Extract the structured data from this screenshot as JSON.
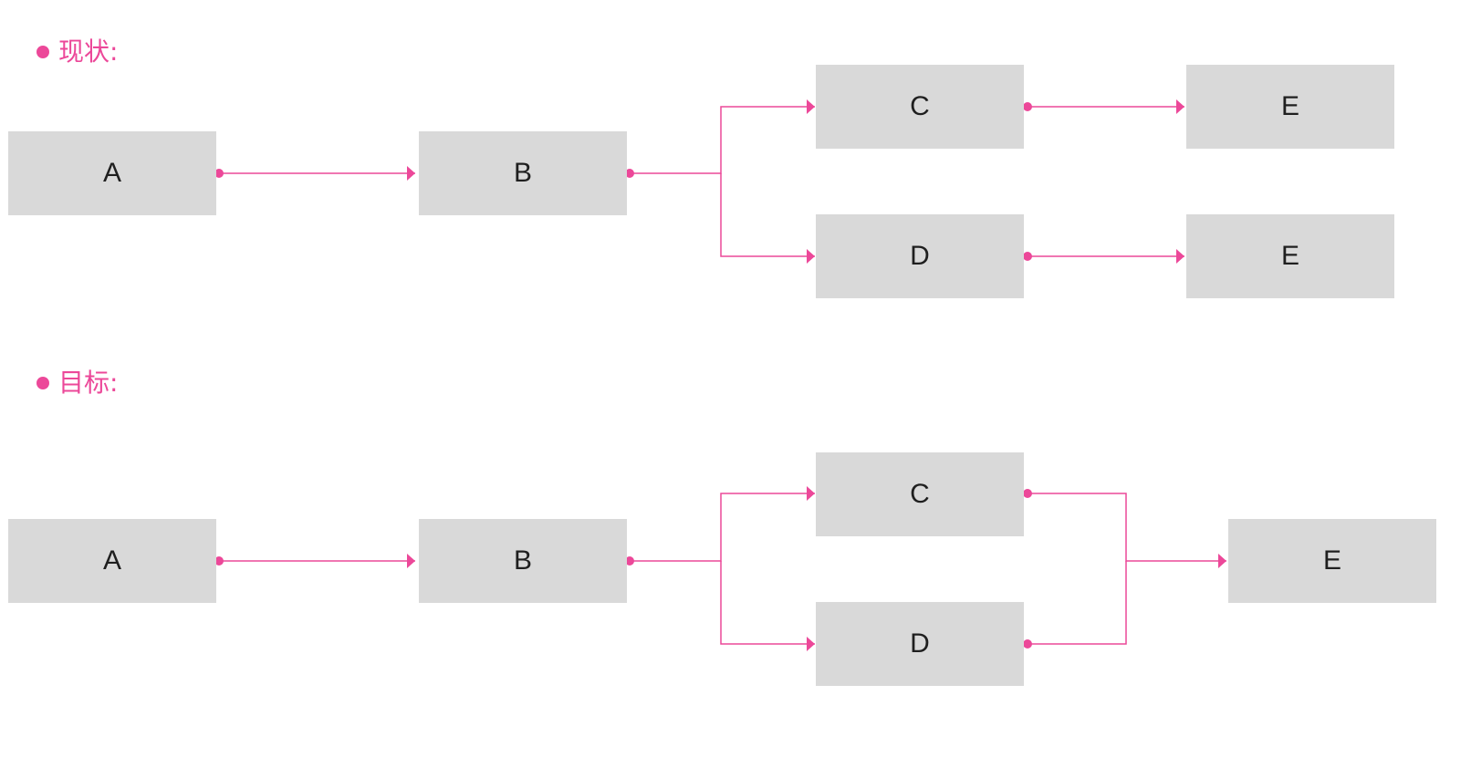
{
  "colors": {
    "accent": "#EC4899",
    "node_fill": "#D9D9D9",
    "node_text": "#1f1f1f",
    "background": "#FFFFFF"
  },
  "sections": {
    "current": {
      "title": "现状:",
      "nodes": {
        "a": "A",
        "b": "B",
        "c": "C",
        "d": "D",
        "e1": "E",
        "e2": "E"
      }
    },
    "target": {
      "title": "目标:",
      "nodes": {
        "a": "A",
        "b": "B",
        "c": "C",
        "d": "D",
        "e": "E"
      }
    }
  }
}
